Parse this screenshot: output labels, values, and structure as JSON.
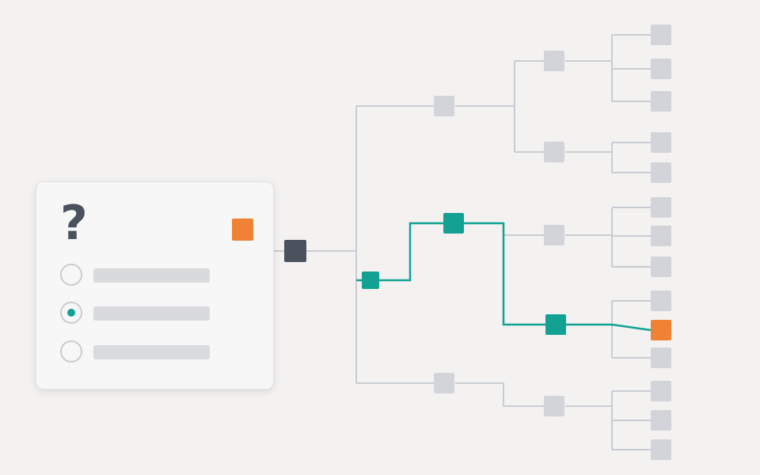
{
  "colors": {
    "background": "#f3f2f1",
    "edge": "#c8ccd2",
    "node": "#d2d4d9",
    "root": "#4a525e",
    "highlight": "#12a192",
    "target": "#f08236"
  },
  "quiz": {
    "icon": "question-mark-icon",
    "symbol": "?",
    "options": [
      {
        "selected": false
      },
      {
        "selected": true
      },
      {
        "selected": false
      }
    ]
  },
  "tree": {
    "highlighted_path": [
      "root",
      "b2",
      "c3",
      "d5",
      "l12"
    ],
    "target_leaf": "l12"
  }
}
